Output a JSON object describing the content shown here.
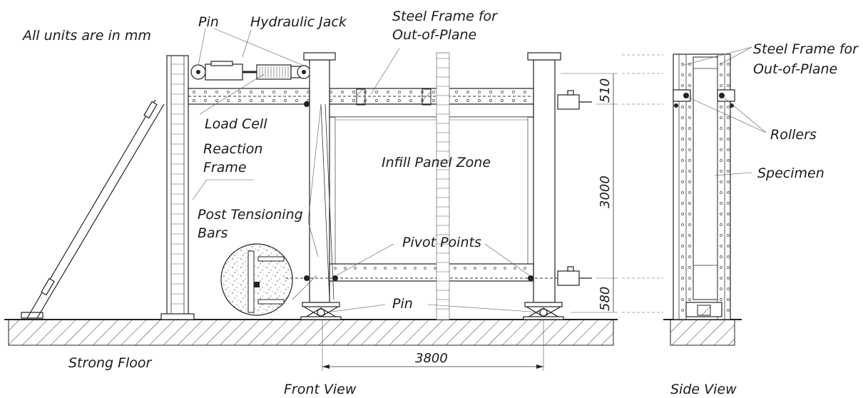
{
  "labels": {
    "units_note": "All units are in mm",
    "pin_top": "Pin",
    "hydraulic_jack": "Hydraulic Jack",
    "steel_frame_front_l1": "Steel Frame for",
    "steel_frame_front_l2": "Out-of-Plane",
    "load_cell": "Load Cell",
    "reaction_frame_l1": "Reaction",
    "reaction_frame_l2": "Frame",
    "infill_panel_zone": "Infill Panel Zone",
    "post_tensioning_l1": "Post Tensioning",
    "post_tensioning_l2": "Bars",
    "pivot_points": "Pivot Points",
    "pin_bottom": "Pin",
    "strong_floor": "Strong Floor",
    "front_view": "Front View",
    "side_view": "Side View",
    "steel_frame_side_l1": "Steel Frame for",
    "steel_frame_side_l2": "Out-of-Plane",
    "rollers": "Rollers",
    "specimen": "Specimen"
  },
  "dimensions": {
    "top": "510",
    "middle": "3000",
    "bottom": "580",
    "width": "3800"
  }
}
